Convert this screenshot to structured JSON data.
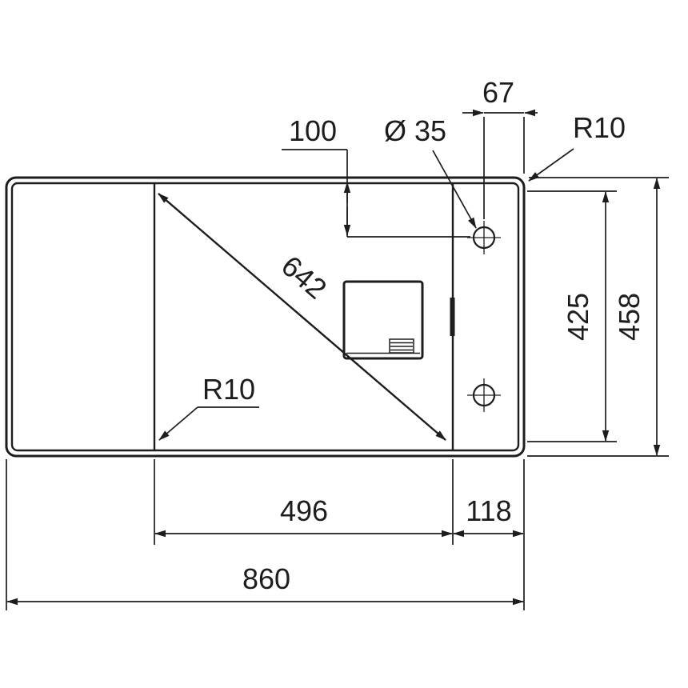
{
  "page": {
    "background": "#ffffff"
  },
  "drawing": {
    "description": "Sink technical dimension drawing, top view",
    "line_color": "#1d1d1d",
    "labels": {
      "overall_width": "860",
      "overall_depth": "458",
      "inner_depth": "425",
      "bowl_width": "496",
      "ledge_width": "118",
      "bowl_diagonal": "642",
      "tap_hole_setback": "100",
      "tap_hole_edge_offset": "67",
      "tap_hole_diameter": "Ø 35",
      "outer_corner_radius": "R10",
      "bowl_corner_radius": "R10"
    }
  }
}
